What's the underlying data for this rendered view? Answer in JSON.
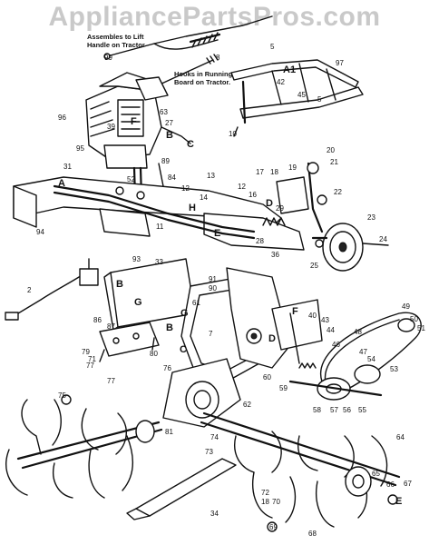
{
  "watermark": "AppliancePartsPros.com",
  "notes": {
    "lift_line1": "Assembles to Lift",
    "lift_line2": "Handle on Tractor",
    "hooks_line1": "Hooks in Running",
    "hooks_line2": "Board on Tractor."
  },
  "letters": {
    "A1": "A1",
    "F": "F",
    "B": "B",
    "C": "C",
    "A": "A",
    "E": "E",
    "H": "H",
    "D": "D",
    "G": "G"
  },
  "part_numbers": [
    "99",
    "8",
    "5",
    "97",
    "42",
    "45",
    "5",
    "10",
    "96",
    "39",
    "63",
    "27",
    "95",
    "31",
    "52",
    "89",
    "84",
    "13",
    "12",
    "94",
    "11",
    "14",
    "17",
    "18",
    "19",
    "16",
    "12",
    "29",
    "20",
    "21",
    "22",
    "23",
    "24",
    "25",
    "93",
    "33",
    "2",
    "86",
    "91",
    "90",
    "61",
    "B",
    "G",
    "36",
    "28",
    "40",
    "80",
    "87",
    "7",
    "76",
    "79",
    "77",
    "77",
    "71",
    "49",
    "50",
    "51",
    "48",
    "53",
    "54",
    "55",
    "56",
    "57",
    "58",
    "59",
    "60",
    "62",
    "81",
    "74",
    "73",
    "72",
    "70",
    "18",
    "69",
    "68",
    "67",
    "66",
    "65",
    "64",
    "47",
    "46",
    "44",
    "43",
    "34",
    "75"
  ]
}
